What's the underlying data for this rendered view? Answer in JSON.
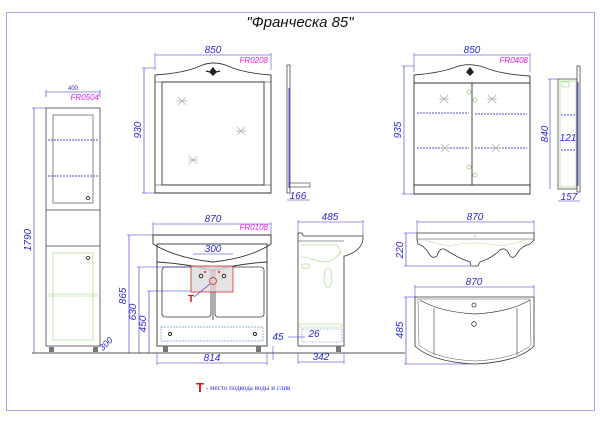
{
  "title": "\"Франческа 85\"",
  "colors": {
    "frame": "#a8a8f0",
    "dimension": "#2a2ad0",
    "article_code": "#e020e0",
    "outline": "#333333",
    "hidden_green": "#9ad27a",
    "shelf_blue": "#1a1ad0",
    "marker_red": "#e01010",
    "plumbing_zone": "#f2c4c4"
  },
  "items": {
    "column": {
      "code": "FR0504",
      "width": "400",
      "height": "1790",
      "depth": "300"
    },
    "mirror": {
      "code": "FR0208",
      "width": "850",
      "height": "930",
      "depth": "166"
    },
    "mirror_cabinet": {
      "code": "FR0408",
      "width": "850",
      "height": "935",
      "side_height": "840",
      "shelf_gap": "121",
      "depth": "157"
    },
    "vanity": {
      "code": "FR0108",
      "top_width": "870",
      "body_width": "814",
      "height_total": "865",
      "height_cabinet": "630",
      "height_zone": "450",
      "plumbing_zone_width": "300",
      "leg_offset": "45",
      "marker": "T"
    },
    "vanity_side": {
      "depth_top": "485",
      "depth_body": "342",
      "drawer_offset": "26"
    },
    "basin_front": {
      "width": "870",
      "height": "220"
    },
    "basin_top": {
      "width": "870",
      "depth": "485"
    }
  },
  "legend": {
    "marker": "T",
    "text": "- место подвода воды и слив"
  }
}
